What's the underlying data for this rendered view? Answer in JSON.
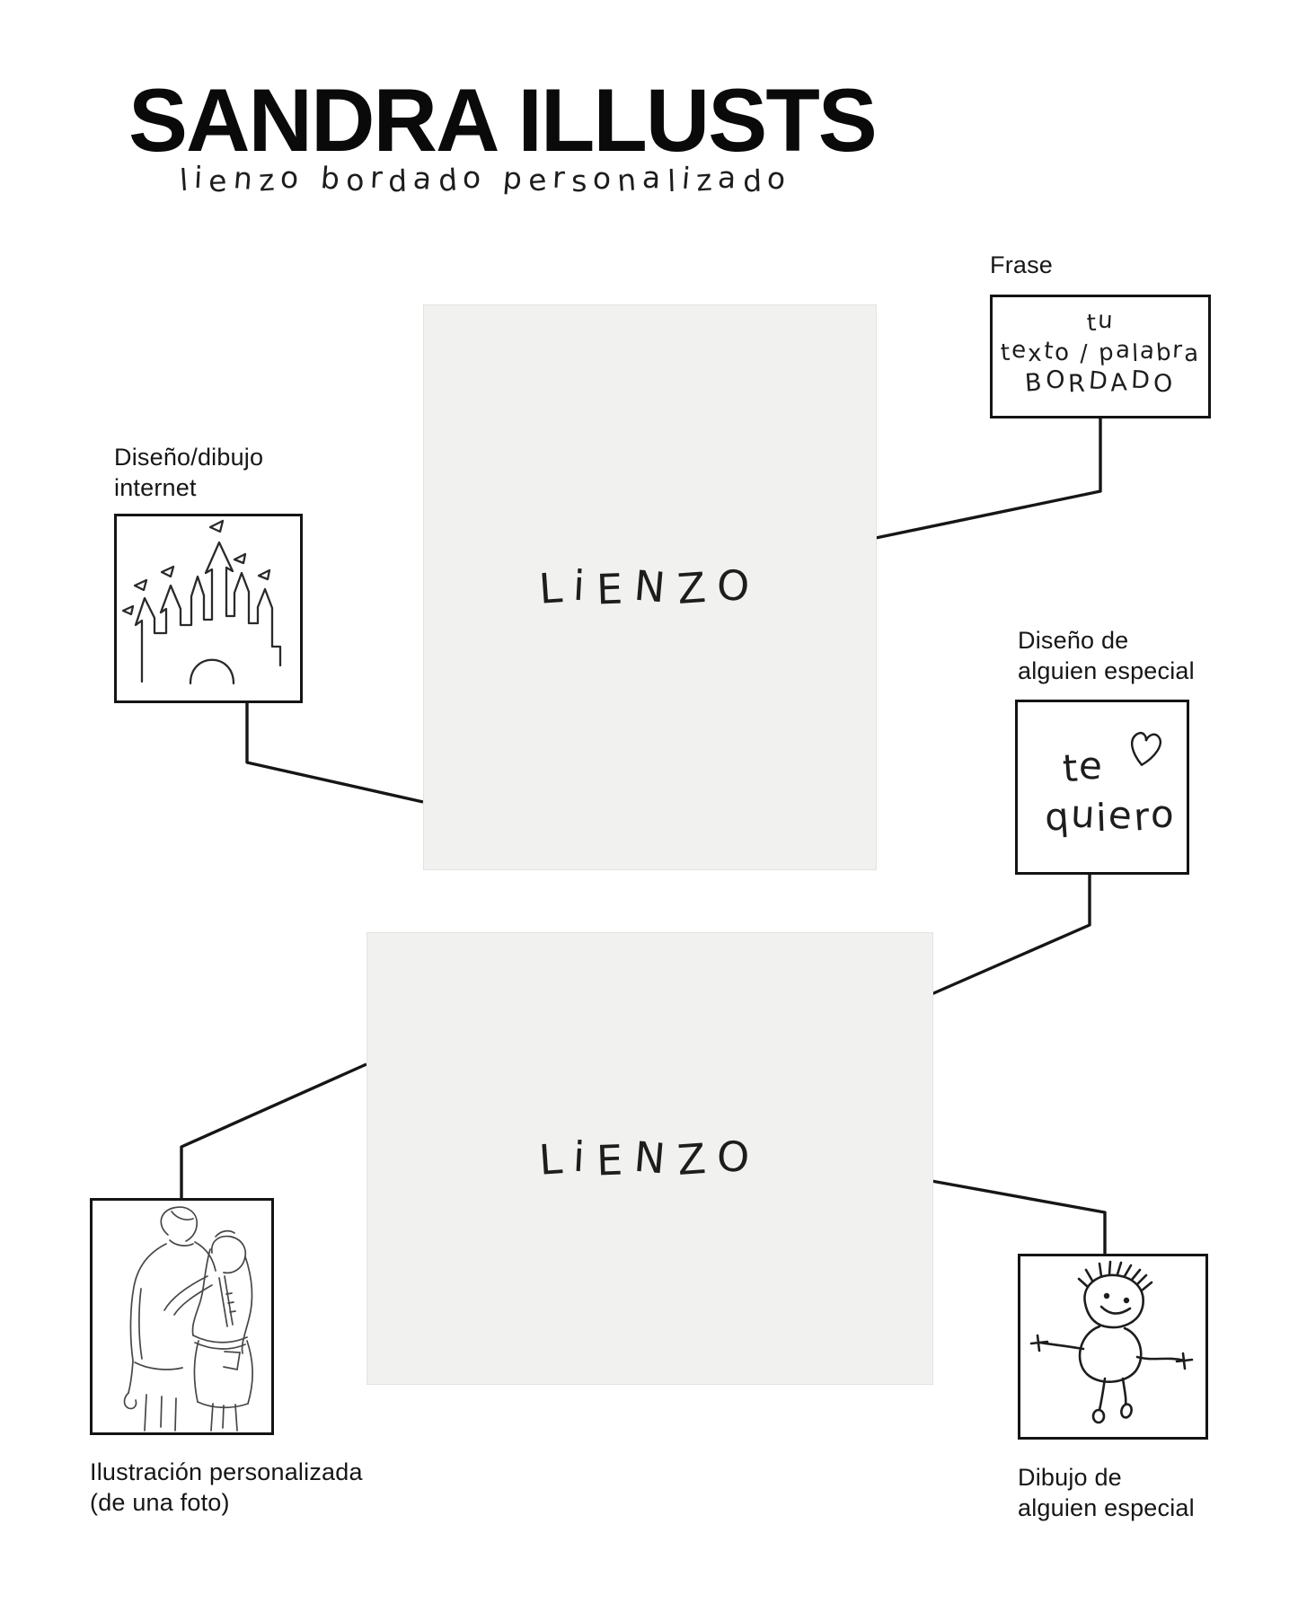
{
  "colors": {
    "background": "#ffffff",
    "canvas_fill": "#f1f1ef",
    "ink": "#141414"
  },
  "header": {
    "title": "SANDRA ILLUSTS",
    "subtitle": "lienzo bordado personalizado"
  },
  "canvas_top": {
    "label": "LiENZO"
  },
  "canvas_bottom": {
    "label": "LiENZO"
  },
  "options": {
    "frase": {
      "label": "Frase",
      "line1": "tu",
      "line2": "texto / palabra",
      "line3": "BORDADO"
    },
    "internet_design": {
      "label_line1": "Diseño/dibujo",
      "label_line2": "internet",
      "drawing": "castle-outline"
    },
    "special_design": {
      "label_line1": "Diseño de",
      "label_line2": "alguien especial",
      "text_line1": "te",
      "text_line2": "quiero",
      "icon": "heart-outline"
    },
    "photo_illustration": {
      "label_line1": "Ilustración personalizada",
      "label_line2": "(de una foto)",
      "drawing": "couple-line-art"
    },
    "special_drawing": {
      "label_line1": "Dibujo de",
      "label_line2": "alguien especial",
      "drawing": "child-stick-figure"
    }
  }
}
